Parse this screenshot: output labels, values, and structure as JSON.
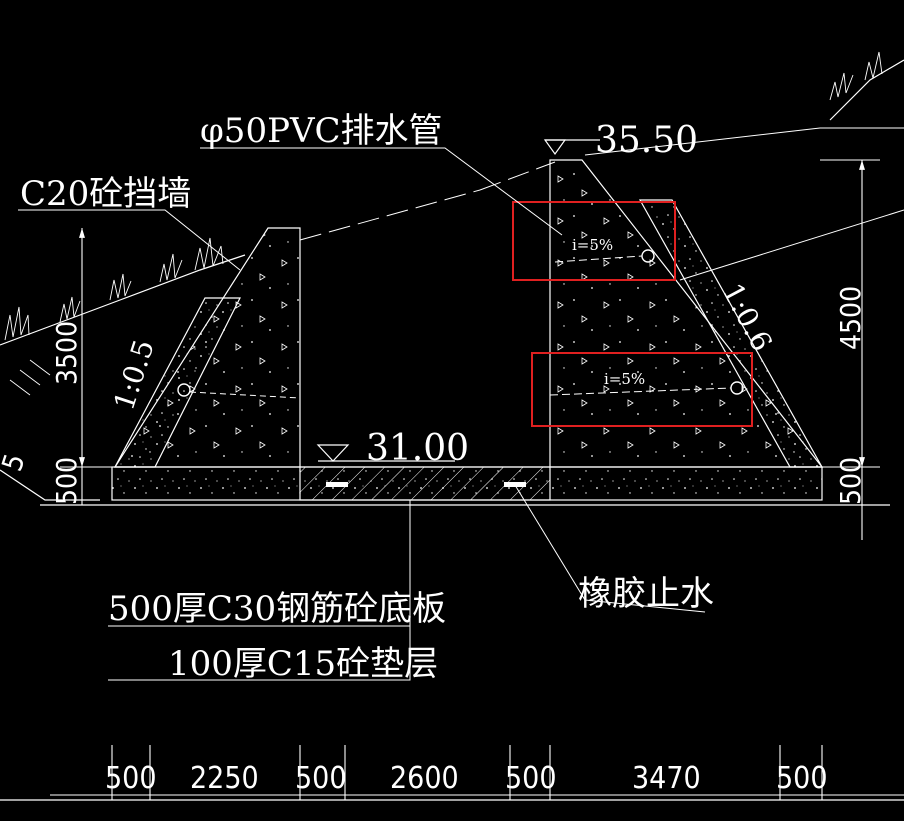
{
  "labels": {
    "pvc_pipe": "φ50PVC排水管",
    "retaining_wall": "C20砼挡墙",
    "elev_top": "35.50",
    "elev_bottom": "31.00",
    "slope_left": "1:0.5",
    "slope_right": "1:0.6",
    "height_left": "3500",
    "height_right": "4500",
    "base_left": "500",
    "base_right": "500",
    "edge_left": "5",
    "grade_upper": "i=5%",
    "grade_lower": "i=5%",
    "waterstop": "橡胶止水",
    "slab_1": "500厚C30钢筋砼底板",
    "slab_2": "100厚C15砼垫层"
  },
  "dimensions": [
    "500",
    "2250",
    "500",
    "2600",
    "500",
    "3470",
    "500"
  ],
  "colors": {
    "background": "#000000",
    "lines": "#ffffff",
    "highlight": "#e02020"
  }
}
